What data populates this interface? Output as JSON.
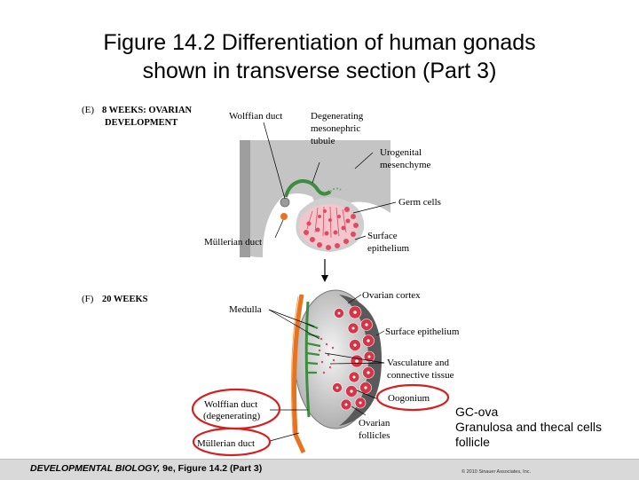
{
  "title": {
    "line1": "Figure 14.2  Differentiation of human gonads",
    "line2": "shown in transverse section (Part 3)"
  },
  "panel_e": {
    "letter": "(E)",
    "heading_line1": "8 WEEKS: OVARIAN",
    "heading_line2": "DEVELOPMENT",
    "labels": {
      "wolffian_duct": "Wolffian duct",
      "degenerating_1": "Degenerating",
      "degenerating_2": "mesonephric",
      "degenerating_3": "tubule",
      "urogenital_1": "Urogenital",
      "urogenital_2": "mesenchyme",
      "germ_cells": "Germ cells",
      "mullerian_duct": "Müllerian duct",
      "surface_1": "Surface",
      "surface_2": "epithelium"
    }
  },
  "panel_f": {
    "letter": "(F)",
    "heading": "20 WEEKS",
    "labels": {
      "medulla": "Medulla",
      "ovarian_cortex": "Ovarian cortex",
      "surface_epithelium": "Surface epithelium",
      "vasculature_1": "Vasculature and",
      "vasculature_2": "connective tissue",
      "oogonium": "Oogonium",
      "wolffian_1": "Wolffian duct",
      "wolffian_2": "(degenerating)",
      "ovarian_follicles_1": "Ovarian",
      "ovarian_follicles_2": "follicles",
      "mullerian_duct": "Müllerian duct"
    }
  },
  "notes": {
    "line1": "GC-ova",
    "line2": "Granulosa and thecal cells",
    "line3": "follicle"
  },
  "footer": {
    "book": "DEVELOPMENTAL BIOLOGY,",
    "edition": " 9e, Figure 14.2 (Part 3)",
    "copyright": "© 2010 Sinauer Associates, Inc."
  },
  "colors": {
    "tissue_gray": "#b8b8b8",
    "germ_red": "#e04a5e",
    "wolffian_green": "#3d8c40",
    "mullerian_orange": "#e8731e",
    "highlight_red": "#d42020"
  }
}
